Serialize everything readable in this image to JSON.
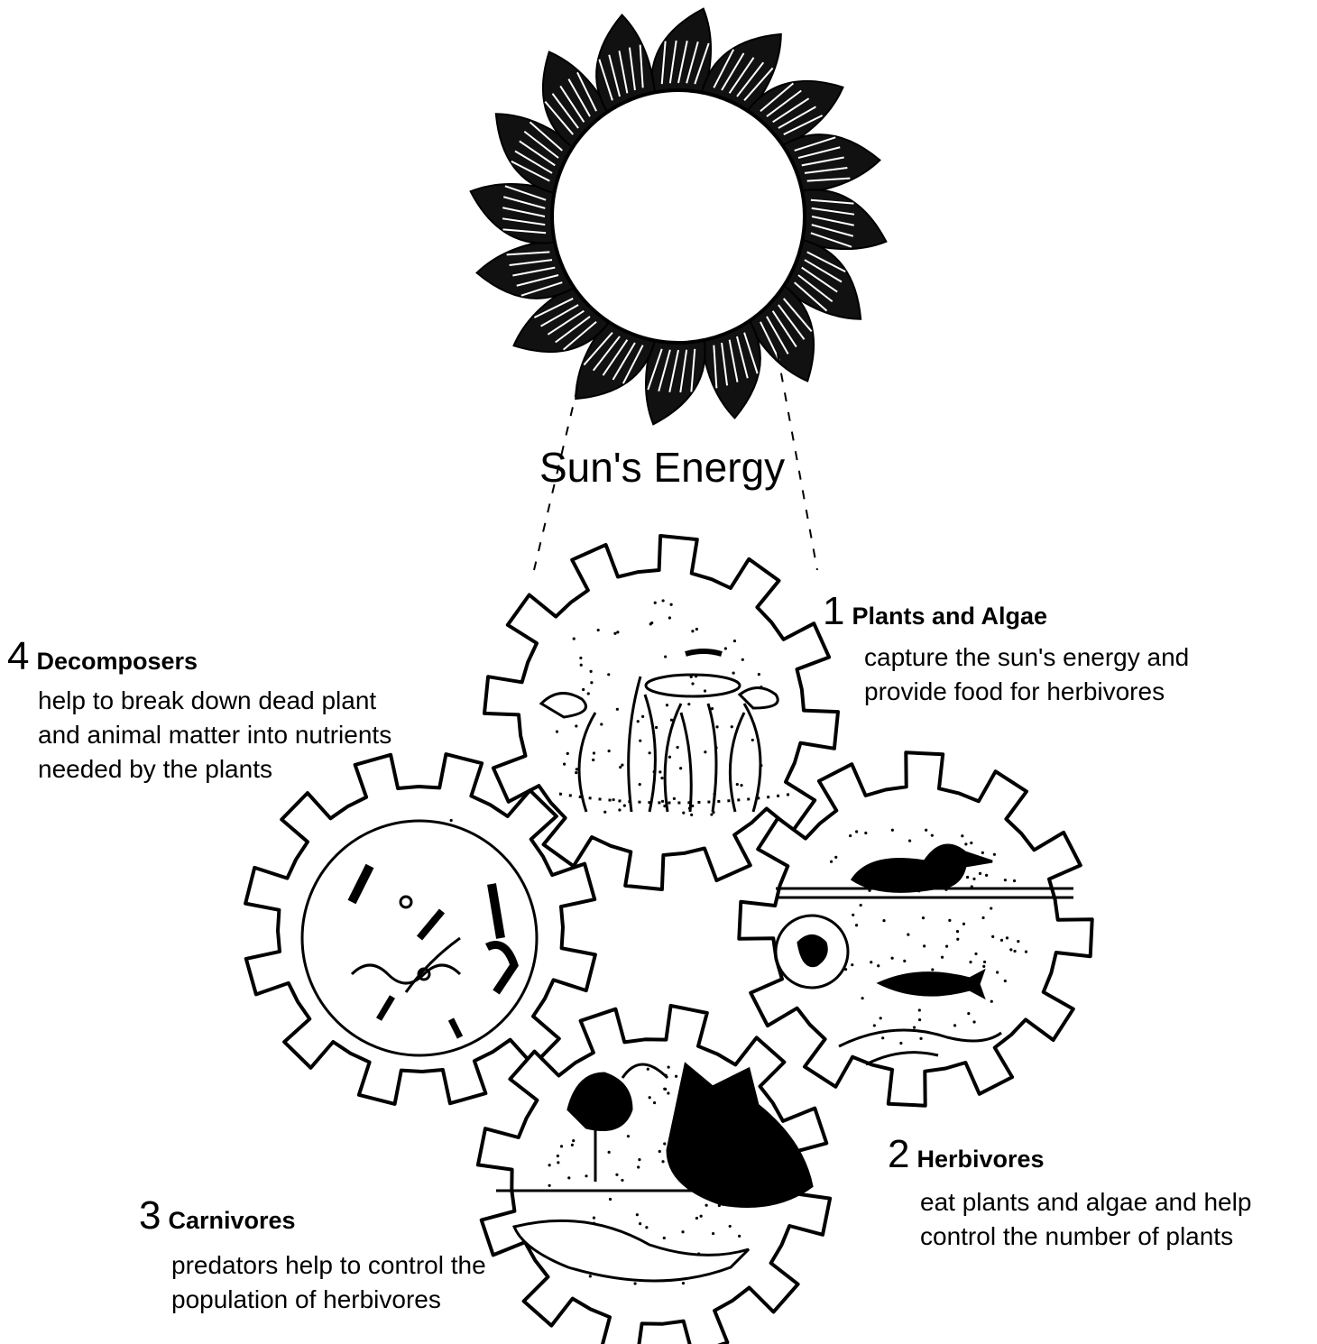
{
  "title": "Sun's Energy",
  "stages": [
    {
      "number": "1",
      "name": "Plants and Algae",
      "desc": [
        "capture the sun's energy and",
        "provide food for herbivores"
      ]
    },
    {
      "number": "2",
      "name": "Herbivores",
      "desc": [
        "eat plants and algae and help",
        "control the number of plants"
      ]
    },
    {
      "number": "3",
      "name": "Carnivores",
      "desc": [
        "predators help to control the",
        "population of herbivores"
      ]
    },
    {
      "number": "4",
      "name": "Decomposers",
      "desc": [
        "help to break down dead plant",
        "and animal matter into nutrients",
        "needed by the plants"
      ]
    }
  ]
}
